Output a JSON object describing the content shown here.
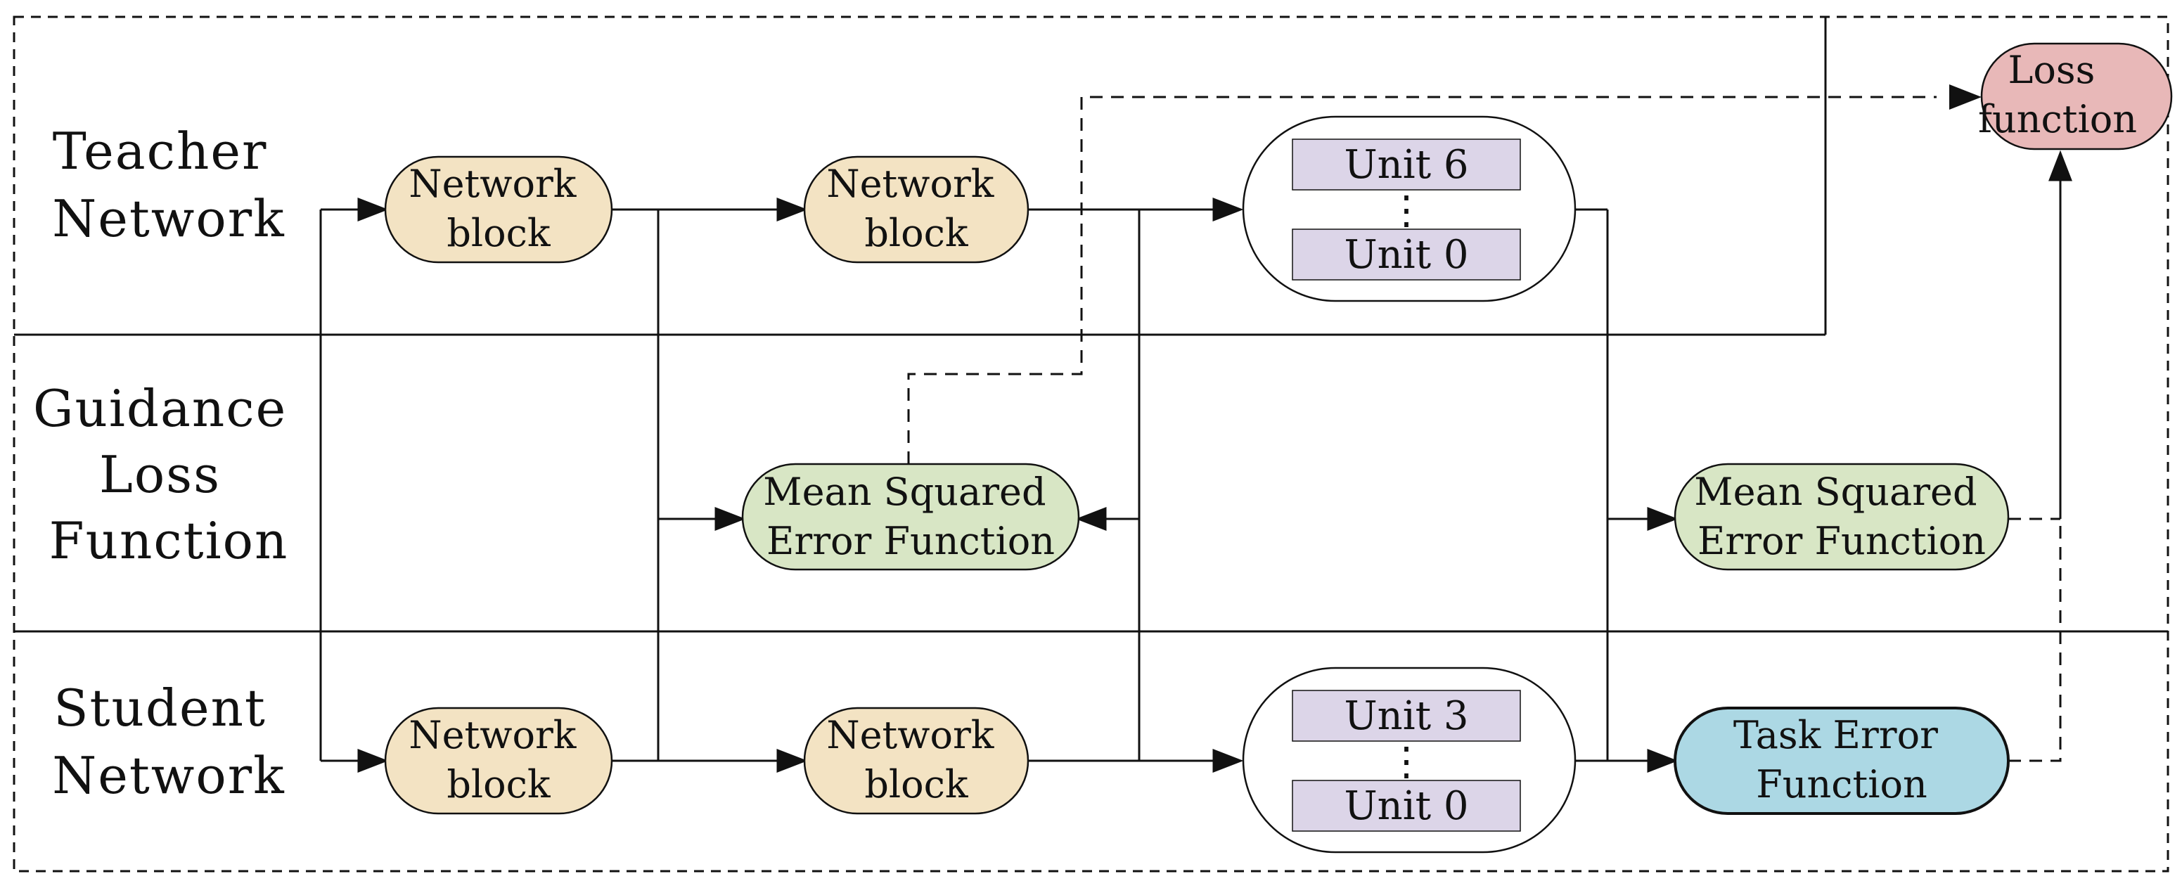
{
  "lanes": {
    "teacher": [
      "Teacher",
      "Network"
    ],
    "guidance": [
      "Guidance",
      "Loss",
      "Function"
    ],
    "student": [
      "Student",
      "Network"
    ]
  },
  "teacher": {
    "block1": [
      "Network",
      "block"
    ],
    "block2": [
      "Network",
      "block"
    ],
    "unit_top": "Unit 6",
    "unit_bottom": "Unit 0",
    "ellipsis": "⋮"
  },
  "student": {
    "block1": [
      "Network",
      "block"
    ],
    "block2": [
      "Network",
      "block"
    ],
    "unit_top": "Unit 3",
    "unit_bottom": "Unit 0",
    "ellipsis": "⋮"
  },
  "guidance": {
    "mse_left": [
      "Mean Squared",
      "Error Function"
    ],
    "mse_right": [
      "Mean Squared",
      "Error Function"
    ]
  },
  "task_error": [
    "Task Error",
    "Function"
  ],
  "loss_function": [
    "Loss",
    "function"
  ],
  "colors": {
    "network_block": "#f3e3c3",
    "mse": "#d8e6c5",
    "unit": "#dcd5e8",
    "task_error": "#acd8e4",
    "loss": "#e8b8b8",
    "line": "#111111"
  }
}
